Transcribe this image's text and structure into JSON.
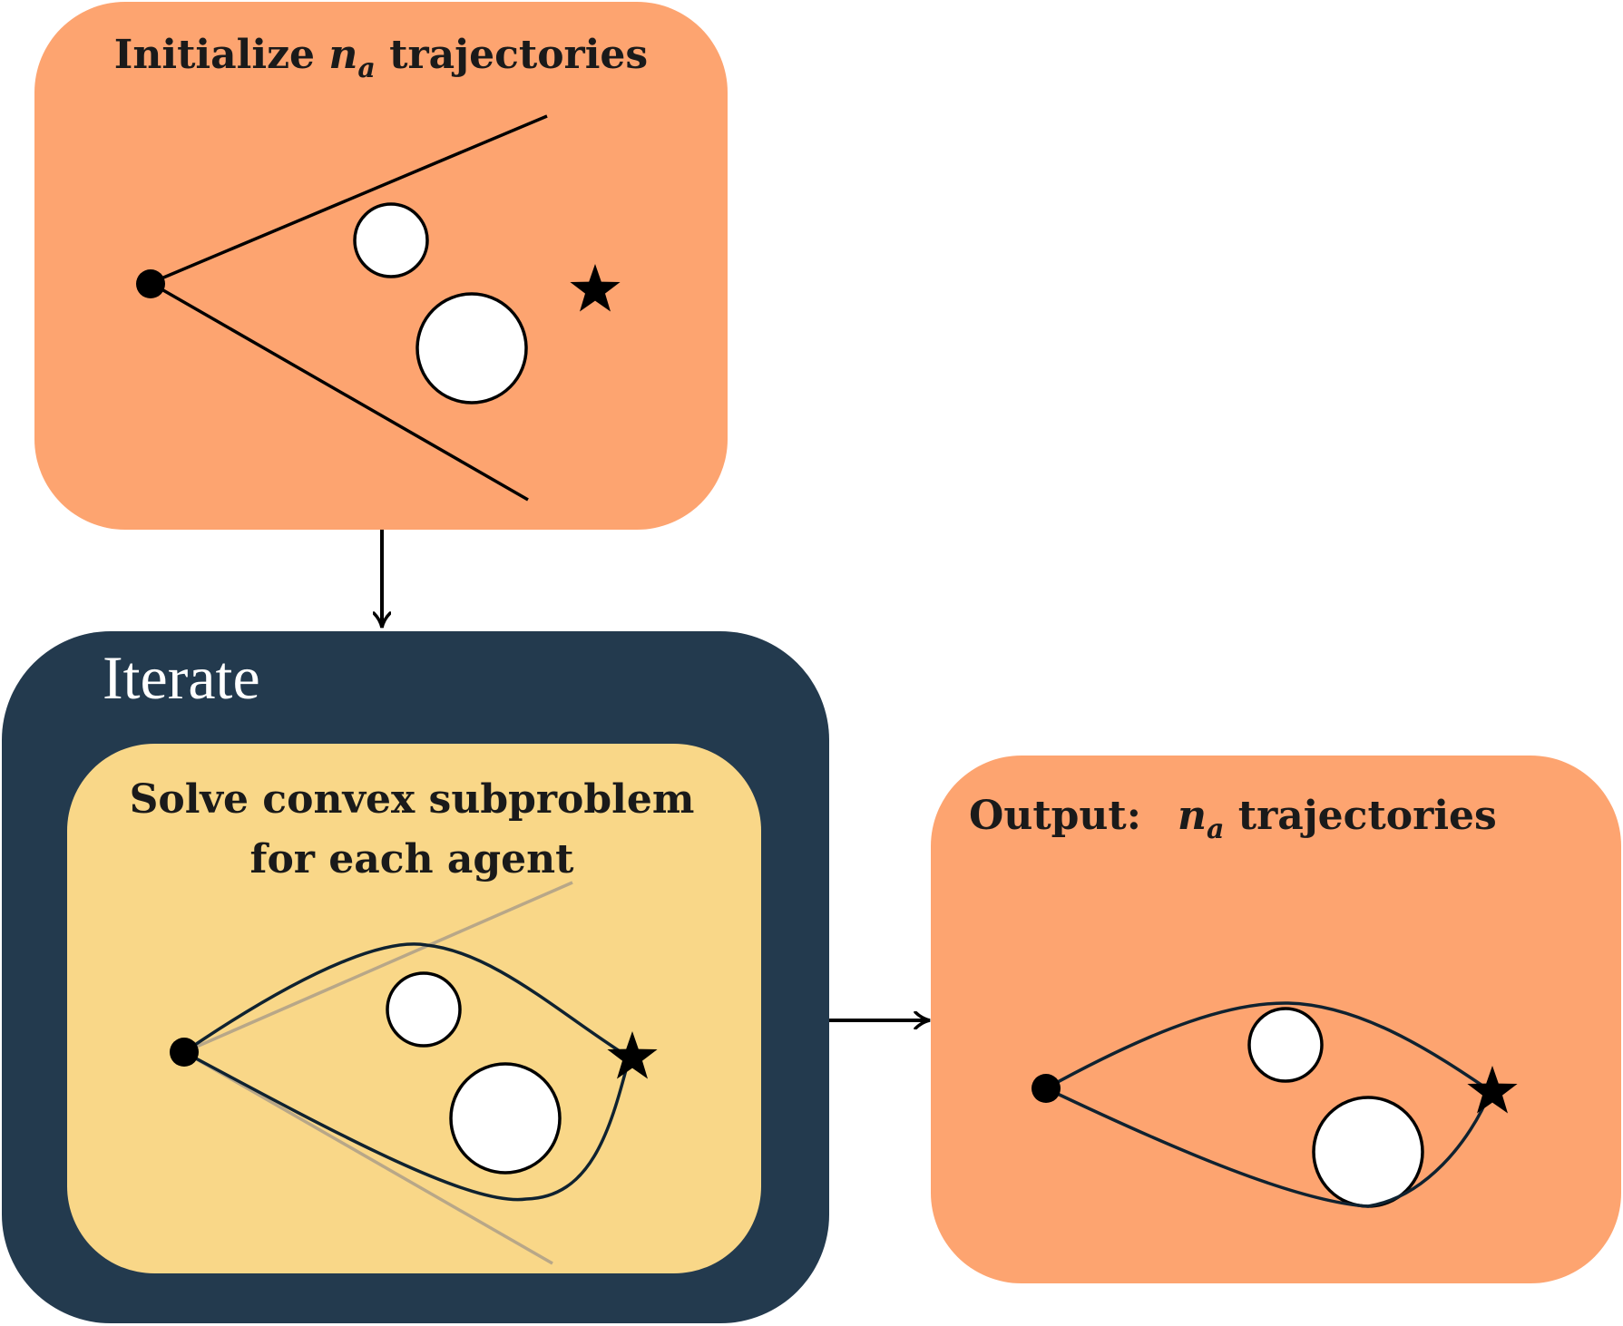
{
  "colors": {
    "init_box": "#FDA470",
    "iterate_box": "#233A4E",
    "solve_box": "#F9D788",
    "output_box": "#FDA470",
    "ink": "#000000",
    "faint_line": "#B8A788",
    "curve": "#0F2230"
  },
  "init": {
    "title_prefix": "Initialize ",
    "var": "n",
    "sub": "a",
    "title_suffix": " trajectories"
  },
  "iterate": {
    "label": "Iterate",
    "solve_line1": "Solve convex subproblem",
    "solve_line2": "for each agent"
  },
  "output": {
    "title_prefix": "Output:",
    "var": "n",
    "sub": "a",
    "title_suffix": " trajectories"
  },
  "icons": {
    "start": "filled-circle",
    "goal": "star",
    "obstacle": "open-circle"
  }
}
